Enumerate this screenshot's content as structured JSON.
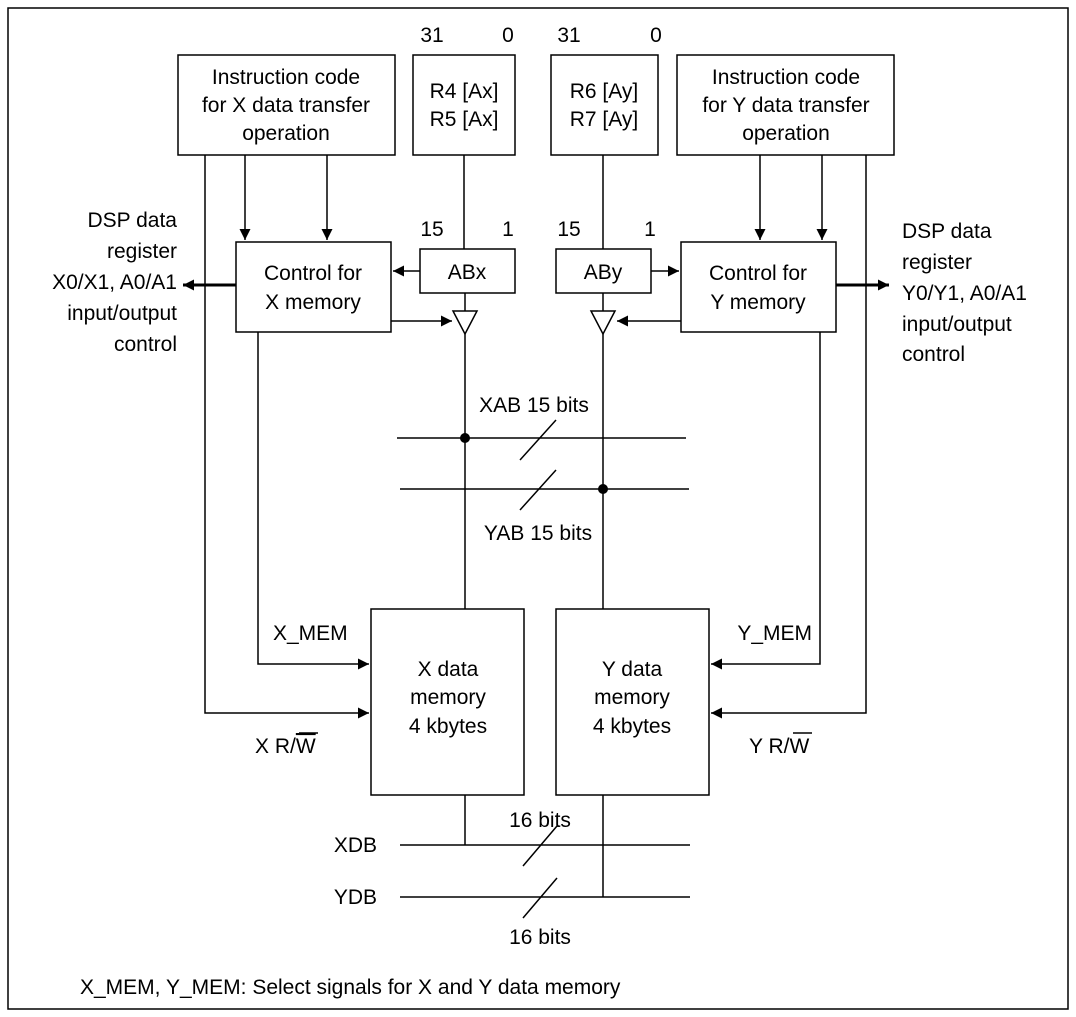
{
  "bit_labels": {
    "ax_msb": "31",
    "ax_lsb": "0",
    "ay_msb": "31",
    "ay_lsb": "0",
    "abx_msb": "15",
    "abx_lsb": "1",
    "aby_msb": "15",
    "aby_lsb": "1"
  },
  "blocks": {
    "instr_x": [
      "Instruction code",
      "for X data transfer",
      "operation"
    ],
    "instr_y": [
      "Instruction code",
      "for Y data transfer",
      "operation"
    ],
    "reg_x": [
      "R4 [Ax]",
      "R5 [Ax]"
    ],
    "reg_y": [
      "R6 [Ay]",
      "R7 [Ay]"
    ],
    "abx": "ABx",
    "aby": "ABy",
    "ctrl_x": [
      "Control for",
      "X memory"
    ],
    "ctrl_y": [
      "Control for",
      "Y memory"
    ],
    "xmem": [
      "X data",
      "memory",
      "4 kbytes"
    ],
    "ymem": [
      "Y data",
      "memory",
      "4 kbytes"
    ]
  },
  "side_labels": {
    "dsp_left": [
      "DSP data",
      "register",
      "X0/X1, A0/A1",
      "input/output",
      "control"
    ],
    "dsp_right": [
      "DSP data",
      "register",
      "Y0/Y1, A0/A1",
      "input/output",
      "control"
    ]
  },
  "signals": {
    "xab": "XAB 15 bits",
    "yab": "YAB 15 bits",
    "x_mem": "X_MEM",
    "y_mem": "Y_MEM",
    "x_rw_prefix": "X R/",
    "y_rw_prefix": "Y R/",
    "rw_bar": "W",
    "xdb": "XDB",
    "ydb": "YDB",
    "xdb_bits": "16 bits",
    "ydb_bits": "16 bits"
  },
  "footnote": "X_MEM, Y_MEM: Select signals for X and Y data memory"
}
